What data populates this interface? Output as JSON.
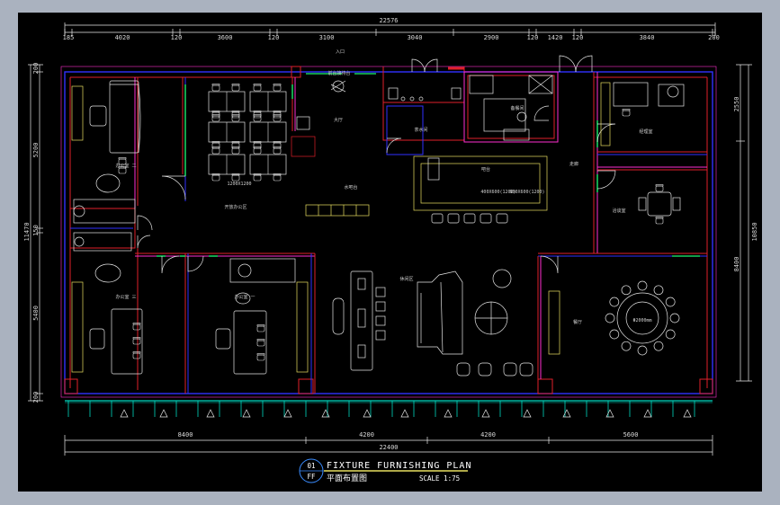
{
  "dimensions": {
    "top_total": "22576",
    "top_segments": [
      "185",
      "4020",
      "120",
      "3600",
      "120",
      "3100",
      "3040",
      "2900",
      "120",
      "1420",
      "120",
      "3840",
      "200"
    ],
    "bottom_segments": [
      "8400",
      "4200",
      "4200",
      "5600"
    ],
    "bottom_total": "22400",
    "left_total": "11470",
    "left_segments": [
      "200",
      "5200",
      "150",
      "5400",
      "200"
    ],
    "right_top": "2550",
    "right_bottom": "8400",
    "right_total": "10850"
  },
  "room_labels": {
    "entrance": "入口",
    "reception_desk": "前台接待台",
    "left_upper_office": "办公室 二",
    "left_lower_office": "办公室 三",
    "mid_lower_office": "办公室 一",
    "open_office": "开放办公区",
    "desk_size": "1200X1200",
    "hall": "大厅",
    "water_bar": "水吧台",
    "tea_room": "茶水间",
    "pantry": "备餐间",
    "bar": "吧台",
    "corridor": "走廊",
    "lounge": "休闲区",
    "right_top_office": "经理室",
    "meeting_small": "洽谈室",
    "dining": "餐厅",
    "table_size": "Φ2000mm",
    "counter_note_a": "400X600(1200)",
    "counter_note_b": "600X600(1200)"
  },
  "title_block": {
    "number": "01",
    "sheet": "FF",
    "title": "FIXTURE FURNISHING PLAN",
    "subtitle": "平面布置图",
    "scale": "SCALE 1:75"
  },
  "colors": {
    "background": "#000000",
    "frame": "#aab2bf",
    "wall_red": "#e0202a",
    "wall_blue": "#3030ff",
    "wall_magenta": "#ff2ed0",
    "dimension": "#e8e8e8",
    "furniture": "#e6e6e6",
    "glass": "#18d060",
    "cabinet": "#e8e060",
    "grid": "#00d8c0"
  }
}
